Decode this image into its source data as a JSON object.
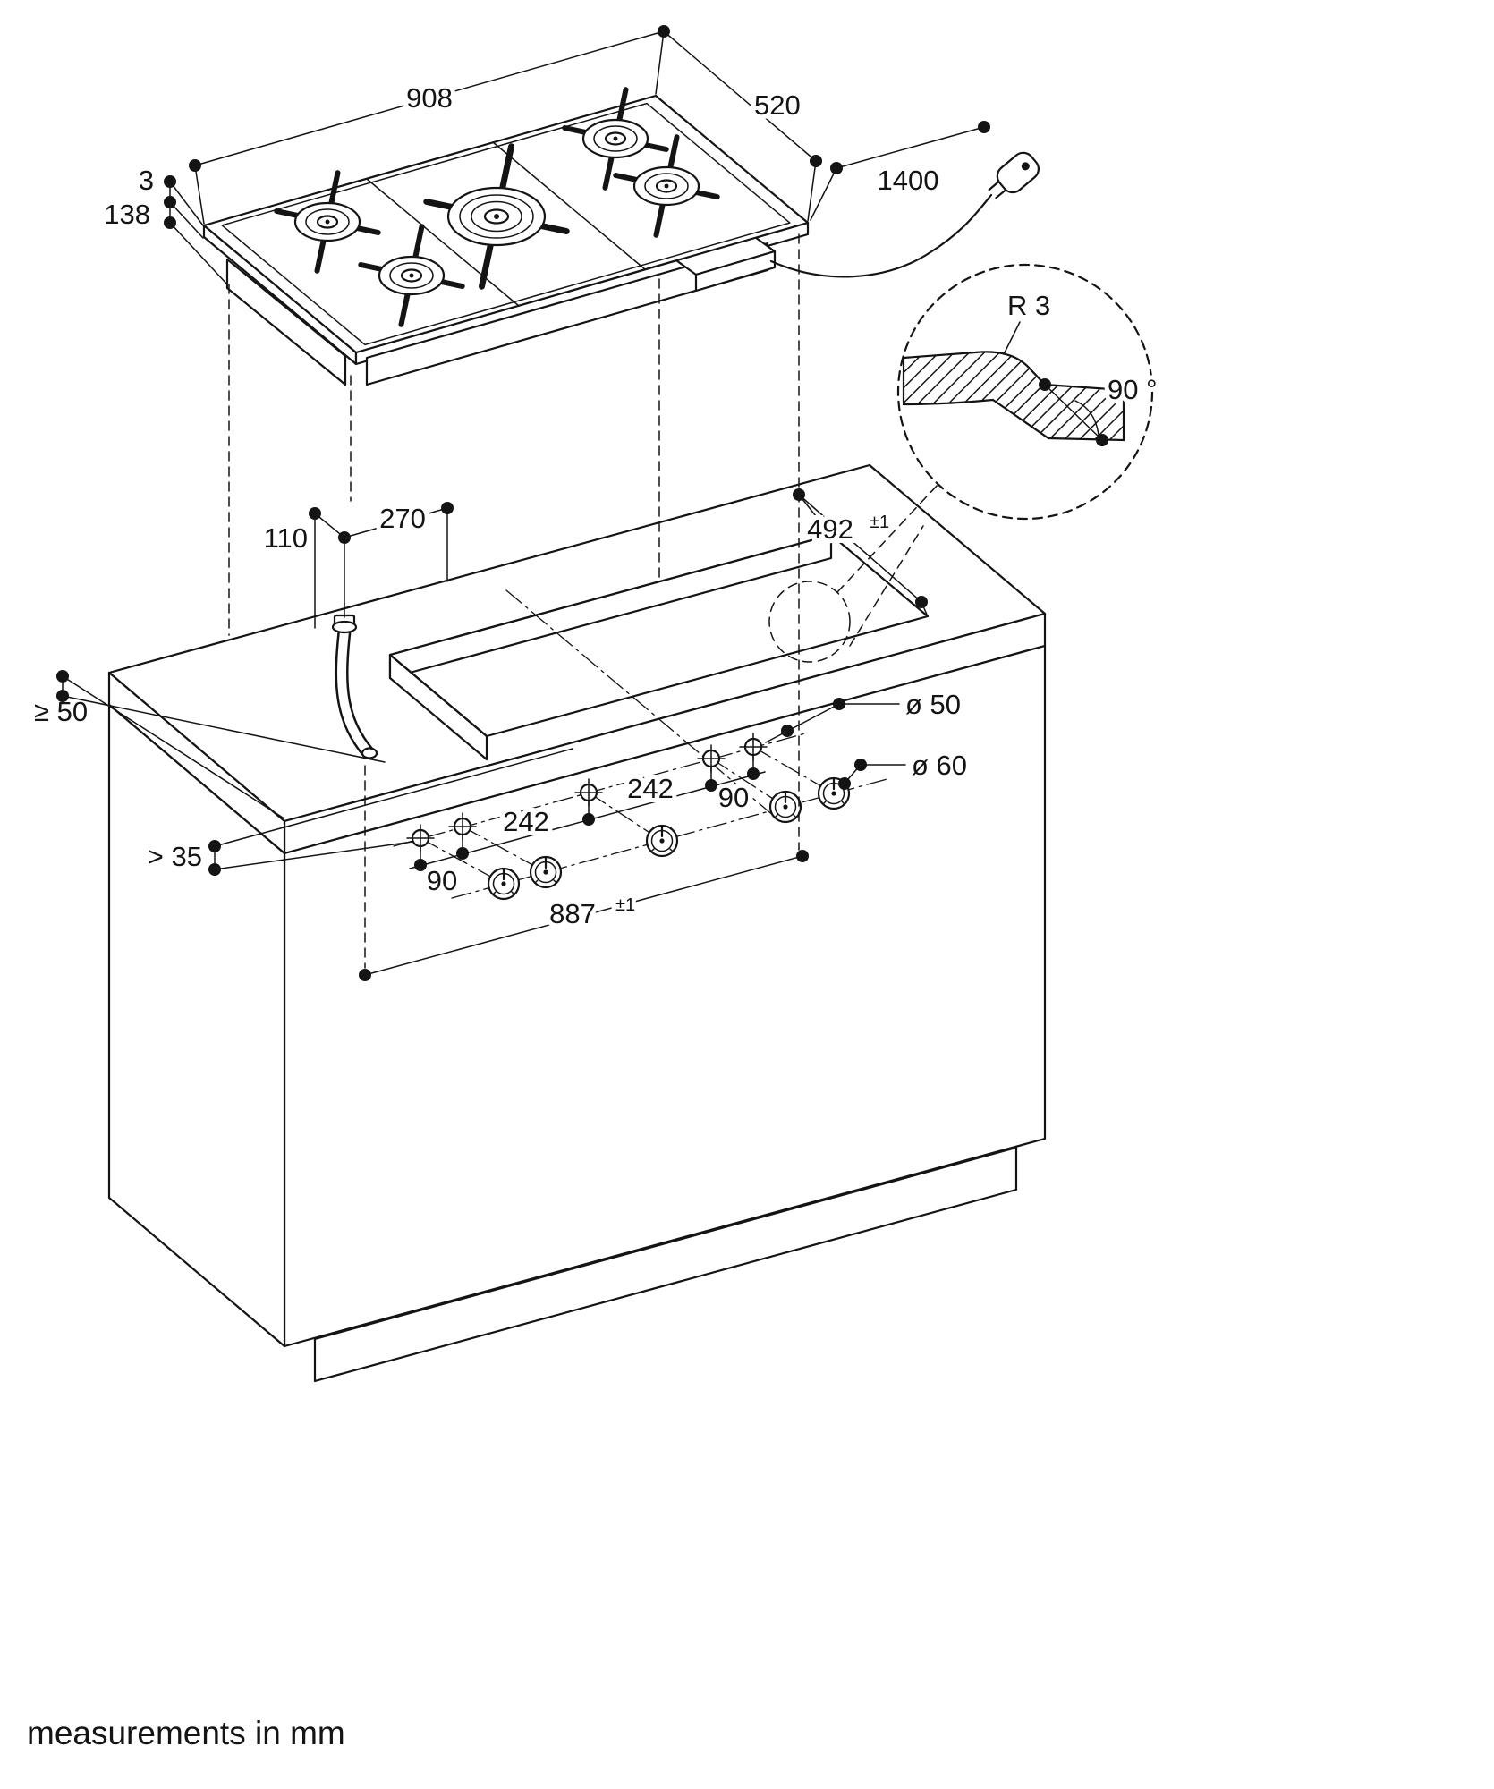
{
  "cooktop": {
    "width": "908",
    "depth": "520",
    "plate_thickness": "3",
    "body_height": "138",
    "cord_length": "1400"
  },
  "corner_detail": {
    "radius": "R 3",
    "angle": "90 °"
  },
  "worktop": {
    "gas_offset": "110",
    "gas_setback": "270",
    "cutout_depth": "492",
    "cutout_depth_tol": "±1",
    "cutout_width": "887",
    "cutout_width_tol": "±1",
    "front_clearance": "≥ 50",
    "panel_clearance": "> 35"
  },
  "controls": {
    "hole_small": "ø 50",
    "hole_large": "ø 60",
    "gap_small_left": "90",
    "gap_large_left": "242",
    "gap_large_right": "242",
    "gap_small_right": "90"
  },
  "footer": {
    "note": "measurements in mm"
  }
}
